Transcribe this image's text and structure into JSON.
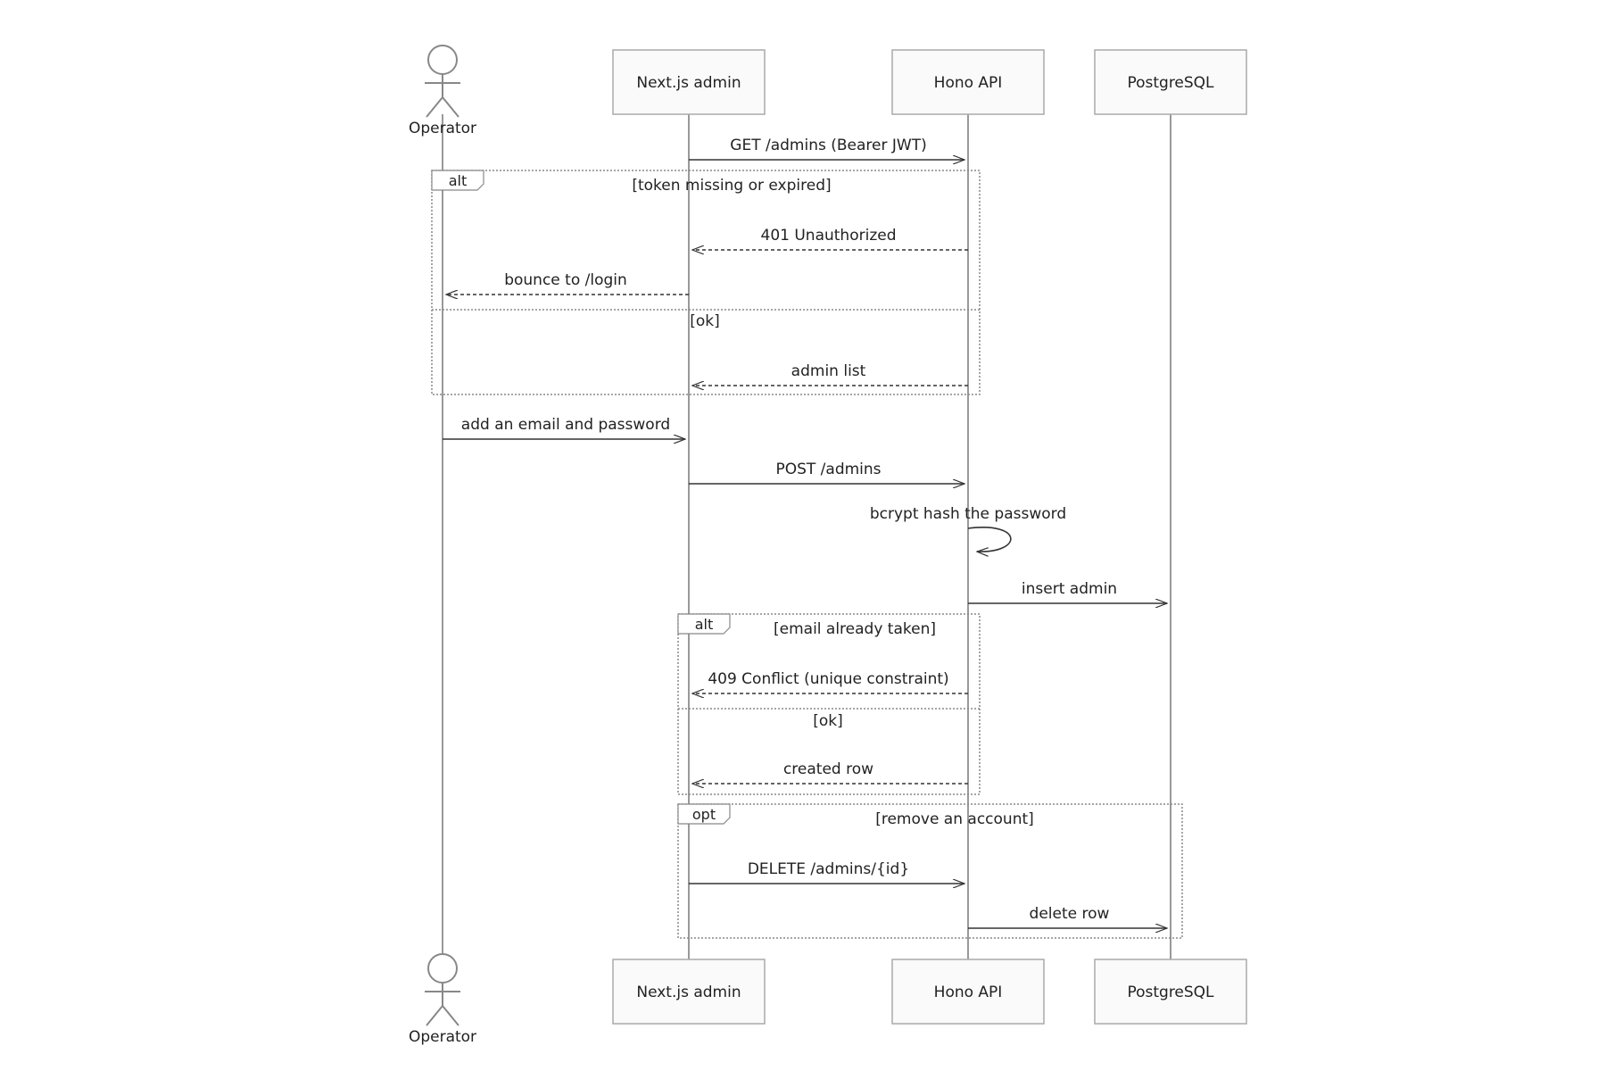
{
  "participants": [
    {
      "id": "operator",
      "label": "Operator",
      "kind": "actor"
    },
    {
      "id": "nextjs",
      "label": "Next.js admin",
      "kind": "box"
    },
    {
      "id": "hono",
      "label": "Hono API",
      "kind": "box"
    },
    {
      "id": "pg",
      "label": "PostgreSQL",
      "kind": "box"
    }
  ],
  "messages": [
    {
      "from": "nextjs",
      "to": "hono",
      "label": "GET /admins (Bearer JWT)",
      "style": "solid"
    },
    {
      "from": "hono",
      "to": "nextjs",
      "label": "401 Unauthorized",
      "style": "dashed"
    },
    {
      "from": "nextjs",
      "to": "operator",
      "label": "bounce to /login",
      "style": "dashed"
    },
    {
      "from": "hono",
      "to": "nextjs",
      "label": "admin list",
      "style": "dashed"
    },
    {
      "from": "operator",
      "to": "nextjs",
      "label": "add an email and password",
      "style": "solid"
    },
    {
      "from": "nextjs",
      "to": "hono",
      "label": "POST /admins",
      "style": "solid"
    },
    {
      "from": "hono",
      "to": "hono",
      "label": "bcrypt hash the password",
      "style": "solid"
    },
    {
      "from": "hono",
      "to": "pg",
      "label": "insert admin",
      "style": "solid"
    },
    {
      "from": "hono",
      "to": "nextjs",
      "label": "409 Conflict (unique constraint)",
      "style": "dashed"
    },
    {
      "from": "hono",
      "to": "nextjs",
      "label": "created row",
      "style": "dashed"
    },
    {
      "from": "nextjs",
      "to": "hono",
      "label": "DELETE /admins/{id}",
      "style": "solid"
    },
    {
      "from": "hono",
      "to": "pg",
      "label": "delete row",
      "style": "solid"
    }
  ],
  "fragments": [
    {
      "kind": "alt",
      "condition": "[token missing or expired]",
      "else_condition": "[ok]"
    },
    {
      "kind": "alt",
      "condition": "[email already taken]",
      "else_condition": "[ok]"
    },
    {
      "kind": "opt",
      "condition": "[remove an account]"
    }
  ],
  "colors": {
    "lifeline": "#999999",
    "box_fill": "#fafafa",
    "box_stroke": "#aaaaaa",
    "message": "#333333",
    "fragment": "#888888",
    "text": "#222222"
  }
}
